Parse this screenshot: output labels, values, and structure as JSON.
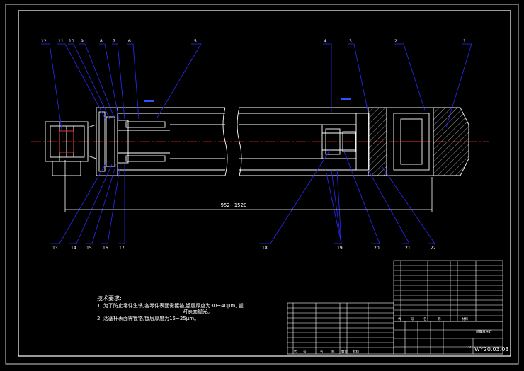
{
  "drawing": {
    "dimension": "952~1520",
    "part_numbers_top": [
      "12",
      "11",
      "10",
      "9",
      "8",
      "7",
      "6",
      "5",
      "4",
      "3",
      "2",
      "1"
    ],
    "part_numbers_bottom": [
      "13",
      "14",
      "15",
      "16",
      "17",
      "18",
      "19",
      "20",
      "21",
      "22"
    ],
    "notes": {
      "title": "技术要求:",
      "line1": "1. 为了防止零件生锈,各零件表面需镀铬,镀层厚度为30~40μm, 锻",
      "line1b": "时表面抛光。",
      "line2": "2. 活塞杆表面需镀铬,镀层厚度为15~25μm。"
    },
    "title_block": {
      "name": "前置液压缸",
      "drawing_no": "WY20.03.03",
      "scale": "1:2",
      "header_left": [
        "代",
        "号",
        "名",
        "称",
        "数量",
        "材料"
      ],
      "header_right": [
        "代",
        "号",
        "名",
        "称",
        "材料"
      ]
    }
  },
  "colors": {
    "background": "#000000",
    "border": "#ffffff",
    "leader": "#2a2aff",
    "centerline": "#ff2020",
    "blue_mark": "#3050ff"
  }
}
